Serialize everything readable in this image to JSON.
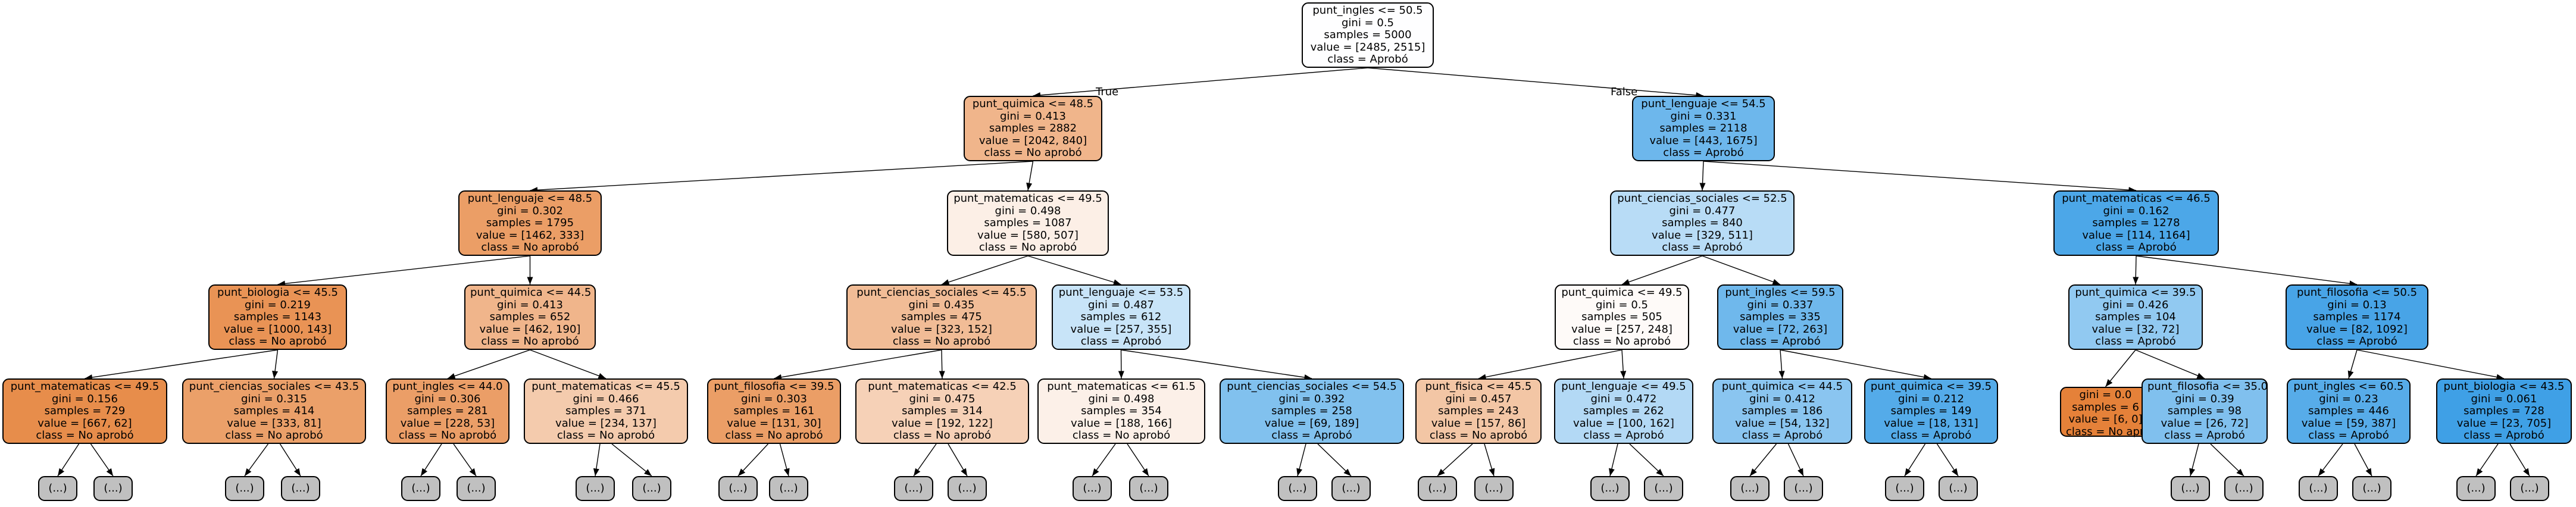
{
  "tree": {
    "branch_labels": {
      "true_label": "True",
      "false_label": "False"
    },
    "truncated_label": "(...)",
    "nodes": [
      {
        "id": "n0",
        "lines": [
          "punt_ingles <= 50.5",
          "gini = 0.5",
          "samples = 5000",
          "value = [2485, 2515]",
          "class = Aprobó"
        ],
        "fill": "#fefeff"
      },
      {
        "id": "n1",
        "lines": [
          "punt_quimica <= 48.5",
          "gini = 0.413",
          "samples = 2882",
          "value = [2042, 840]",
          "class = No aprobó"
        ],
        "fill": "#f0b58b"
      },
      {
        "id": "n2",
        "lines": [
          "punt_lenguaje <= 54.5",
          "gini = 0.331",
          "samples = 2118",
          "value = [443, 1675]",
          "class = Aprobó"
        ],
        "fill": "#6db7ec"
      },
      {
        "id": "n3",
        "lines": [
          "punt_lenguaje <= 48.5",
          "gini = 0.302",
          "samples = 1795",
          "value = [1462, 333]",
          "class = No aprobó"
        ],
        "fill": "#eb9e66"
      },
      {
        "id": "n4",
        "lines": [
          "punt_matematicas <= 49.5",
          "gini = 0.498",
          "samples = 1087",
          "value = [580, 507]",
          "class = No aprobó"
        ],
        "fill": "#fcefe6"
      },
      {
        "id": "n5",
        "lines": [
          "punt_ciencias_sociales <= 52.5",
          "gini = 0.477",
          "samples = 840",
          "value = [329, 511]",
          "class = Aprobó"
        ],
        "fill": "#b8dcf6"
      },
      {
        "id": "n6",
        "lines": [
          "punt_matematicas <= 46.5",
          "gini = 0.162",
          "samples = 1278",
          "value = [114, 1164]",
          "class = Aprobó"
        ],
        "fill": "#4ca7e8"
      },
      {
        "id": "n7",
        "lines": [
          "punt_biologia <= 45.5",
          "gini = 0.219",
          "samples = 1143",
          "value = [1000, 143]",
          "class = No aprobó"
        ],
        "fill": "#e99355"
      },
      {
        "id": "n8",
        "lines": [
          "punt_quimica <= 44.5",
          "gini = 0.413",
          "samples = 652",
          "value = [462, 190]",
          "class = No aprobó"
        ],
        "fill": "#f0b58b"
      },
      {
        "id": "n9",
        "lines": [
          "punt_ciencias_sociales <= 45.5",
          "gini = 0.435",
          "samples = 475",
          "value = [323, 152]",
          "class = No aprobó"
        ],
        "fill": "#f1bc96"
      },
      {
        "id": "n10",
        "lines": [
          "punt_lenguaje <= 53.5",
          "gini = 0.487",
          "samples = 612",
          "value = [257, 355]",
          "class = Aprobó"
        ],
        "fill": "#c8e4f8"
      },
      {
        "id": "n11",
        "lines": [
          "punt_quimica <= 49.5",
          "gini = 0.5",
          "samples = 505",
          "value = [257, 248]",
          "class = No aprobó"
        ],
        "fill": "#fefaf8"
      },
      {
        "id": "n12",
        "lines": [
          "punt_ingles <= 59.5",
          "gini = 0.337",
          "samples = 335",
          "value = [72, 263]",
          "class = Aprobó"
        ],
        "fill": "#6fb8ec"
      },
      {
        "id": "n13",
        "lines": [
          "punt_quimica <= 39.5",
          "gini = 0.426",
          "samples = 104",
          "value = [32, 72]",
          "class = Aprobó"
        ],
        "fill": "#91c9f1"
      },
      {
        "id": "n14",
        "lines": [
          "punt_filosofia <= 50.5",
          "gini = 0.13",
          "samples = 1174",
          "value = [82, 1092]",
          "class = Aprobó"
        ],
        "fill": "#48a4e7"
      },
      {
        "id": "n15",
        "lines": [
          "punt_matematicas <= 49.5",
          "gini = 0.156",
          "samples = 729",
          "value = [667, 62]",
          "class = No aprobó"
        ],
        "fill": "#e78d4b"
      },
      {
        "id": "n16",
        "lines": [
          "punt_ciencias_sociales <= 43.5",
          "gini = 0.315",
          "samples = 414",
          "value = [333, 81]",
          "class = No aprobó"
        ],
        "fill": "#eba069"
      },
      {
        "id": "n17",
        "lines": [
          "punt_ingles <= 44.0",
          "gini = 0.306",
          "samples = 281",
          "value = [228, 53]",
          "class = No aprobó"
        ],
        "fill": "#eb9e67"
      },
      {
        "id": "n18",
        "lines": [
          "punt_matematicas <= 45.5",
          "gini = 0.466",
          "samples = 371",
          "value = [234, 137]",
          "class = No aprobó"
        ],
        "fill": "#f4cbad"
      },
      {
        "id": "n19",
        "lines": [
          "punt_filosofia <= 39.5",
          "gini = 0.303",
          "samples = 161",
          "value = [131, 30]",
          "class = No aprobó"
        ],
        "fill": "#eb9e66"
      },
      {
        "id": "n20",
        "lines": [
          "punt_matematicas <= 42.5",
          "gini = 0.475",
          "samples = 314",
          "value = [192, 122]",
          "class = No aprobó"
        ],
        "fill": "#f6d1b7"
      },
      {
        "id": "n21",
        "lines": [
          "punt_matematicas <= 61.5",
          "gini = 0.498",
          "samples = 354",
          "value = [188, 166]",
          "class = No aprobó"
        ],
        "fill": "#fcf0e8"
      },
      {
        "id": "n22",
        "lines": [
          "punt_ciencias_sociales <= 54.5",
          "gini = 0.392",
          "samples = 258",
          "value = [69, 189]",
          "class = Aprobó"
        ],
        "fill": "#81c1ee"
      },
      {
        "id": "n23",
        "lines": [
          "punt_fisica <= 45.5",
          "gini = 0.457",
          "samples = 243",
          "value = [157, 86]",
          "class = No aprobó"
        ],
        "fill": "#f3c6a5"
      },
      {
        "id": "n24",
        "lines": [
          "punt_lenguaje <= 49.5",
          "gini = 0.472",
          "samples = 262",
          "value = [100, 162]",
          "class = Aprobó"
        ],
        "fill": "#b3d9f5"
      },
      {
        "id": "n25",
        "lines": [
          "punt_quimica <= 44.5",
          "gini = 0.412",
          "samples = 186",
          "value = [54, 132]",
          "class = Aprobó"
        ],
        "fill": "#8ac5f0"
      },
      {
        "id": "n26",
        "lines": [
          "punt_quimica <= 39.5",
          "gini = 0.212",
          "samples = 149",
          "value = [18, 131]",
          "class = Aprobó"
        ],
        "fill": "#54abe9"
      },
      {
        "id": "n27",
        "lines": [
          "gini = 0.0",
          "samples = 6",
          "value = [6, 0]",
          "class = No aprobó"
        ],
        "fill": "#e58139"
      },
      {
        "id": "n28",
        "lines": [
          "punt_filosofia <= 35.0",
          "gini = 0.39",
          "samples = 98",
          "value = [26, 72]",
          "class = Aprobó"
        ],
        "fill": "#80c0ee"
      },
      {
        "id": "n29",
        "lines": [
          "punt_ingles <= 60.5",
          "gini = 0.23",
          "samples = 446",
          "value = [59, 387]",
          "class = Aprobó"
        ],
        "fill": "#57ace9"
      },
      {
        "id": "n30",
        "lines": [
          "punt_biologia <= 43.5",
          "gini = 0.061",
          "samples = 728",
          "value = [23, 705]",
          "class = Aprobó"
        ],
        "fill": "#3fa0e6"
      }
    ]
  }
}
